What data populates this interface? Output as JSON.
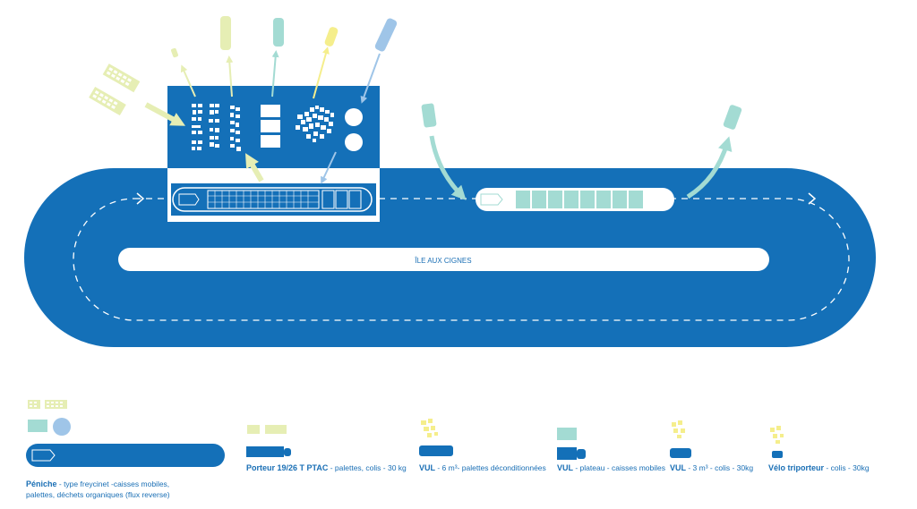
{
  "colors": {
    "river": "#1470b8",
    "river_dark": "#0f62a6",
    "island": "#ffffff",
    "pale_yellow": "#e6eeb4",
    "teal": "#a3dbd3",
    "yellow": "#f5ee8c",
    "light_blue": "#9fc5e8",
    "legend_text": "#1a6fb5"
  },
  "map": {
    "island_label": "ÎLE AUX CIGNES"
  },
  "legend": {
    "peniche": {
      "name": "Péniche",
      "desc1": " - type freycinet -caisses mobiles,",
      "desc2": "palettes, déchets organiques (flux reverse)"
    },
    "porteur": {
      "name": "Porteur 19/26 T PTAC",
      "desc": " - palettes, colis - 30 kg"
    },
    "vul6": {
      "name": "VUL",
      "desc": " - 6 m³- palettes déconditionnées"
    },
    "vul_plateau": {
      "name": "VUL",
      "desc": " - plateau - caisses mobiles"
    },
    "vul3": {
      "name": "VUL",
      "desc": " - 3 m³ - colis - 30kg"
    },
    "velo": {
      "name": "Vélo triporteur",
      "desc": " - colis - 30kg"
    }
  }
}
